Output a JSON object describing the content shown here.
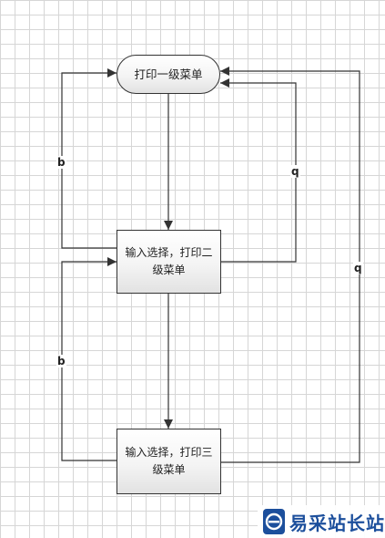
{
  "diagram": {
    "nodes": [
      {
        "id": "n1",
        "text": "打印一级菜单"
      },
      {
        "id": "n2",
        "text": "输入选择，打印二级菜单"
      },
      {
        "id": "n3",
        "text": "输入选择，打印三级菜单"
      }
    ],
    "edges": [
      {
        "from": "n1",
        "to": "n2",
        "label": ""
      },
      {
        "from": "n2",
        "to": "n3",
        "label": ""
      },
      {
        "from": "n2",
        "to": "n1",
        "label": "b"
      },
      {
        "from": "n2",
        "to": "n1",
        "label": "q"
      },
      {
        "from": "n3",
        "to": "n2",
        "label": "b"
      },
      {
        "from": "n3",
        "to": "n1",
        "label": "q"
      }
    ]
  },
  "watermark": {
    "text": "易采站长站",
    "logo": "e-letter-icon"
  },
  "colors": {
    "line": "#333333",
    "grid": "#d6d6d6",
    "brand": "#1c4f9c"
  }
}
